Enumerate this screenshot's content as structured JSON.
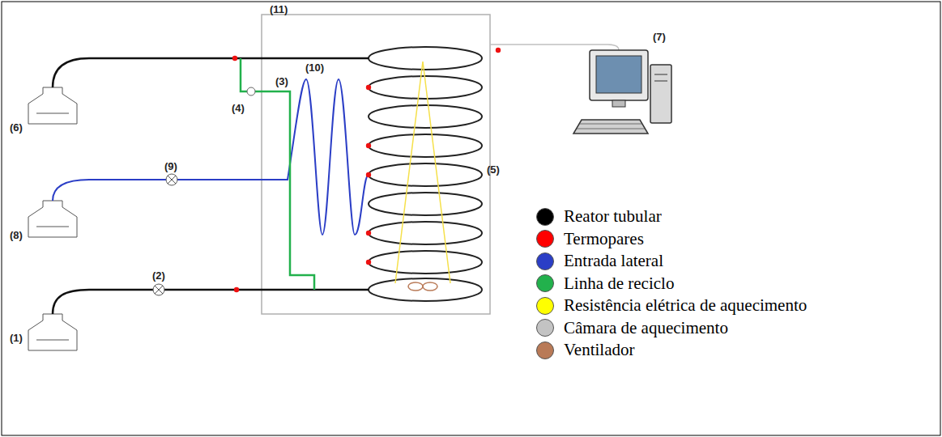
{
  "diagram": {
    "labels": [
      "(11)",
      "(3)",
      "(4)",
      "(6)",
      "(10)",
      "(5)",
      "(7)",
      "(9)",
      "(8)",
      "(2)",
      "(1)"
    ],
    "legend": [
      {
        "text": "Reator tubular",
        "color": "#000000"
      },
      {
        "text": "Termopares",
        "color": "#ff0000"
      },
      {
        "text": "Entrada lateral",
        "color": "#2b3ec6"
      },
      {
        "text": "Linha de reciclo",
        "color": "#22b14c"
      },
      {
        "text": "Resistência elétrica de aquecimento",
        "color": "#ffff00"
      },
      {
        "text": "Câmara de aquecimento",
        "color": "#c3c3c3"
      },
      {
        "text": "Ventilador",
        "color": "#b97a57"
      }
    ]
  }
}
